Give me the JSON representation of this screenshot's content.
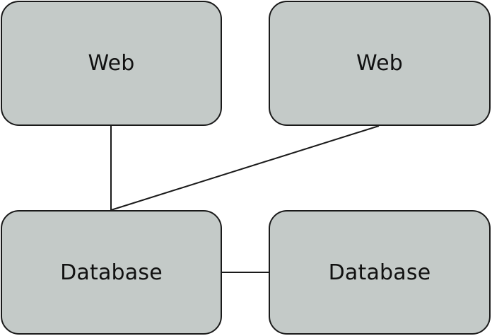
{
  "diagram": {
    "node_fill": "#c4cac8",
    "line_color": "#1a1a1a",
    "nodes": [
      {
        "id": "web-1",
        "label": "Web"
      },
      {
        "id": "web-2",
        "label": "Web"
      },
      {
        "id": "db-1",
        "label": "Database"
      },
      {
        "id": "db-2",
        "label": "Database"
      }
    ],
    "edges": [
      {
        "from": "web-1",
        "to": "db-1"
      },
      {
        "from": "web-2",
        "to": "db-1"
      },
      {
        "from": "db-1",
        "to": "db-2"
      }
    ]
  }
}
